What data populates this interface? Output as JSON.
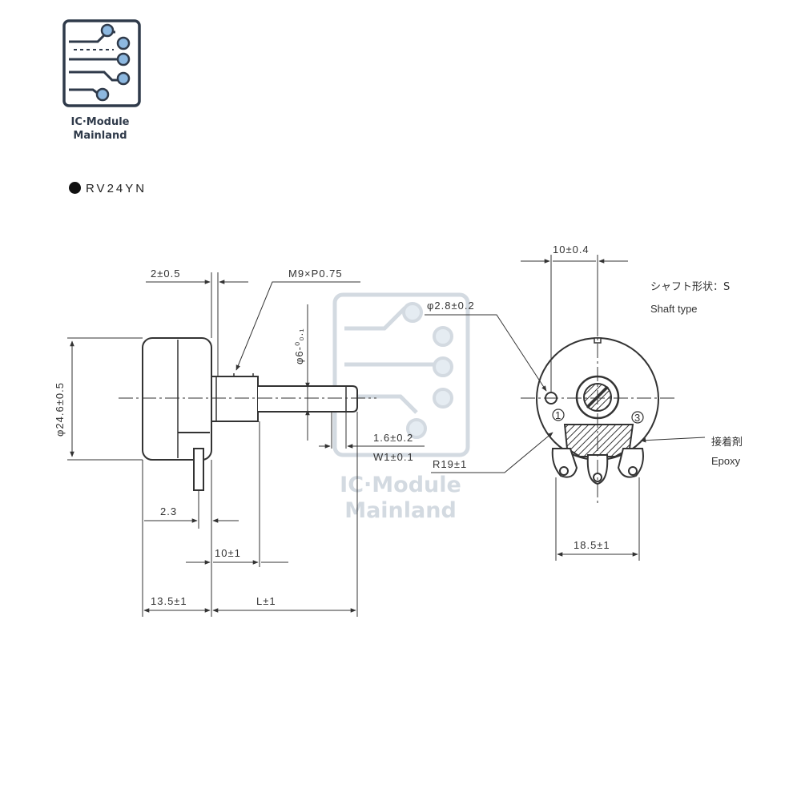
{
  "logo": {
    "line1": "IC·Module",
    "line2": "Mainland",
    "accent": "#8db8e0",
    "frame": "#2f3a4a"
  },
  "model": {
    "name": "RV24YN"
  },
  "watermark": {
    "line1": "IC·Module",
    "line2": "Mainland",
    "color": "#cfd6de"
  },
  "side_view": {
    "dims": {
      "thread_len": "2±0.5",
      "thread": "M9×P0.75",
      "shaft_dia": "φ6-⁰₀.₁",
      "body_dia": "φ24.6±0.5",
      "flat_depth": "1.6±0.2",
      "flat_width": "W1±0.1",
      "pin_offset": "2.3",
      "bushing_len": "10±1",
      "body_depth": "13.5±1",
      "shaft_len": "L±1"
    }
  },
  "front_view": {
    "dims": {
      "width_top": "10±0.4",
      "hole_dia": "φ2.8±0.2",
      "radius": "R19±1",
      "terminal_span": "18.5±1"
    },
    "terminals": [
      "1",
      "3"
    ],
    "shaft_label_jp": "シャフト形状：S",
    "shaft_label_en": "Shaft type",
    "adhesive_jp": "接着剤",
    "adhesive_en": "Epoxy"
  }
}
